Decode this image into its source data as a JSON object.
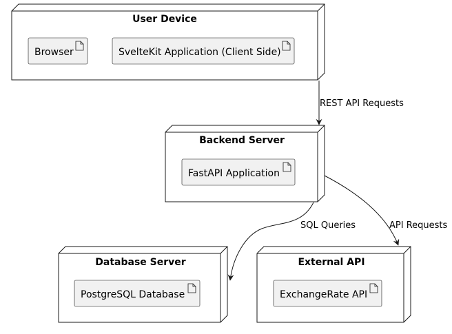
{
  "nodes": {
    "user_device": {
      "title": "User Device",
      "artifacts": [
        "Browser",
        "SvelteKit Application (Client Side)"
      ]
    },
    "backend_server": {
      "title": "Backend Server",
      "artifacts": [
        "FastAPI Application"
      ]
    },
    "database_server": {
      "title": "Database Server",
      "artifacts": [
        "PostgreSQL Database"
      ]
    },
    "external_api": {
      "title": "External API",
      "artifacts": [
        "ExchangeRate API"
      ]
    }
  },
  "edges": {
    "rest": "REST API Requests",
    "sql": "SQL Queries",
    "api": "API Requests"
  },
  "colors": {
    "node_fill": "#ffffff",
    "artifact_fill": "#f1f1f1",
    "stroke": "#181818"
  }
}
